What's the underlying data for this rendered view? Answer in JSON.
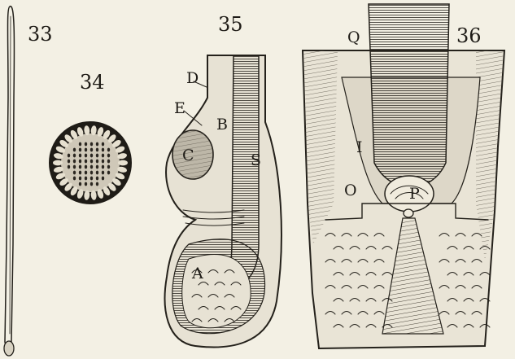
{
  "figures": [
    {
      "number": "33",
      "subject": "hair-shaft"
    },
    {
      "number": "34",
      "subject": "hair-cross-section"
    },
    {
      "number": "35",
      "subject": "hair-follicle-section",
      "labels": [
        "D",
        "E",
        "B",
        "C",
        "S",
        "A"
      ]
    },
    {
      "number": "36",
      "subject": "hair-bulb-in-skin",
      "labels": [
        "Q",
        "I",
        "O",
        "P"
      ]
    }
  ],
  "colors": {
    "paper": "#f3f0e4",
    "ink": "#24211b",
    "shade": "#8a8478"
  }
}
